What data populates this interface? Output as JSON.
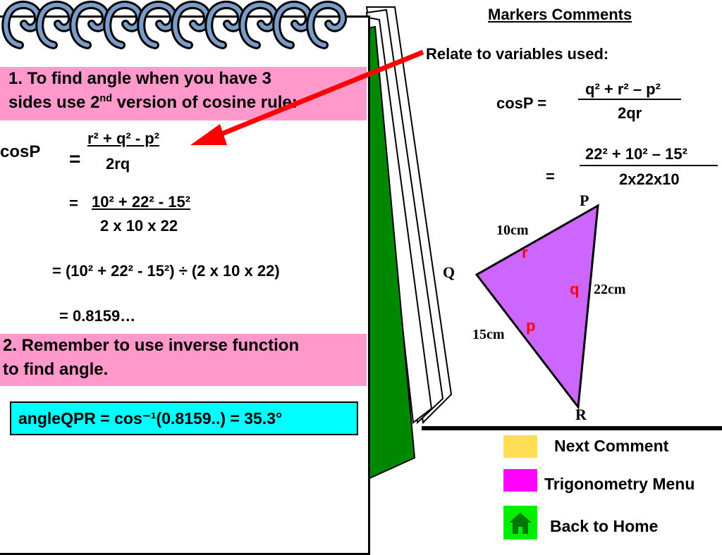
{
  "markers_title": "Markers Comments",
  "relate_text": "Relate to variables used:",
  "step1": {
    "line1": "1. To find angle when you have 3",
    "line2_pre": "sides use 2",
    "line2_sup": "nd",
    "line2_post": " version of cosine rule:"
  },
  "step2": {
    "line1": "2. Remember to use inverse function",
    "line2": "to find angle."
  },
  "left_formula": {
    "cosP": "cosP",
    "eq": "=",
    "numerator": "r² + q² - p²",
    "denominator": "2rq"
  },
  "sub_line": {
    "eq": "=",
    "numerator": "10² + 22² - 15²",
    "denominator": "2 x 10 x 22"
  },
  "div_line": "=  (10² + 22² - 15²)  ÷  (2 x 10 x 22)",
  "result_line": "=  0.8159…",
  "answer": "angleQPR = cos⁻¹(0.8159..) = 35.3°",
  "right_formula": {
    "cosP": "cosP =",
    "numerator": "q² + r² – p²",
    "denominator": "2qr"
  },
  "right_sub": {
    "eq": "=",
    "numerator": "22² + 10² – 15²",
    "denominator": "2x22x10"
  },
  "triangle": {
    "vertex_p": "P",
    "vertex_q": "Q",
    "vertex_r": "R",
    "side_r_len": "10cm",
    "side_q_len": "22cm",
    "side_p_len": "15cm",
    "side_r": "r",
    "side_q": "q",
    "side_p": "p",
    "fill_color": "#cc66ff"
  },
  "nav": {
    "next": {
      "label": "Next Comment",
      "color": "#ffdd55"
    },
    "menu": {
      "label": "Trigonometry Menu",
      "color": "#ff00ff"
    },
    "home": {
      "label": "Back to Home",
      "color": "#00ee00"
    }
  },
  "colors": {
    "pink": "#ff99cc",
    "cyan": "#00ffff",
    "arrow": "#ff0000",
    "green_page": "#008800"
  }
}
